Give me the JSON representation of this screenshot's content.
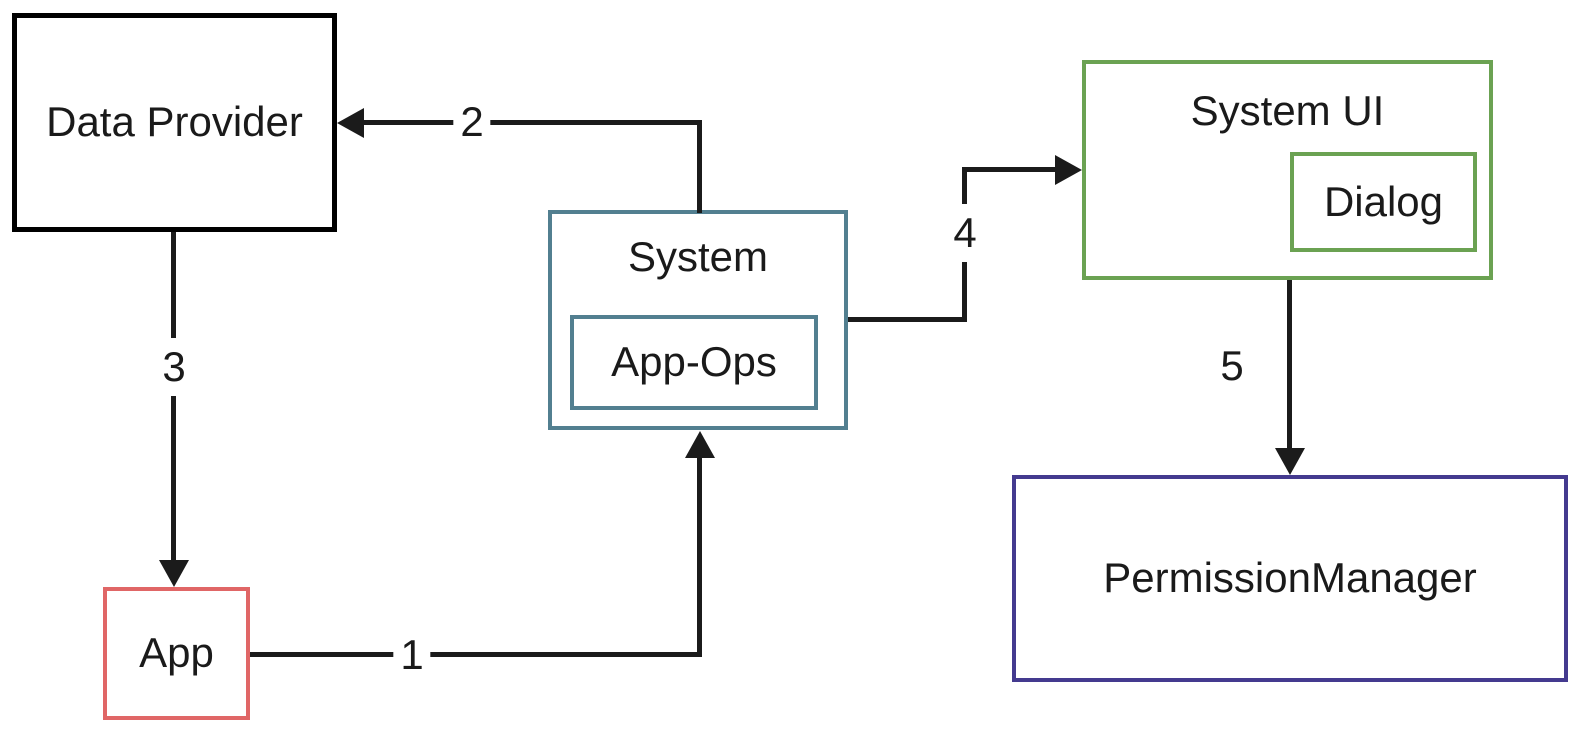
{
  "colors": {
    "background": "#ffffff",
    "line": "#1b1b1b",
    "text": "#1a1a1a",
    "black_box": "#000000",
    "teal": "#527f90",
    "green": "#6ba252",
    "purple": "#443a8f",
    "red": "#e06666"
  },
  "nodes": {
    "data_provider": {
      "label": "Data Provider"
    },
    "system": {
      "label": "System"
    },
    "app_ops": {
      "label": "App-Ops"
    },
    "system_ui": {
      "label": "System UI"
    },
    "dialog": {
      "label": "Dialog"
    },
    "permission_manager": {
      "label": "PermissionManager"
    },
    "app": {
      "label": "App"
    }
  },
  "edges": {
    "e1": {
      "label": "1",
      "from": "App",
      "to": "System"
    },
    "e2": {
      "label": "2",
      "from": "System",
      "to": "Data Provider"
    },
    "e3": {
      "label": "3",
      "from": "Data Provider",
      "to": "App"
    },
    "e4": {
      "label": "4",
      "from": "System",
      "to": "System UI"
    },
    "e5": {
      "label": "5",
      "from": "System UI",
      "to": "PermissionManager"
    }
  }
}
